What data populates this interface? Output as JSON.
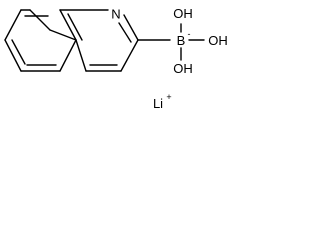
{
  "molecule": {
    "ring_n": "N",
    "boron": "B",
    "boron_charge": "-",
    "oh_top": "OH",
    "oh_right": "OH",
    "oh_bottom": "OH",
    "lithium": "Li",
    "lithium_charge": "+"
  },
  "colors": {
    "line": "#000000",
    "background": "#ffffff"
  }
}
